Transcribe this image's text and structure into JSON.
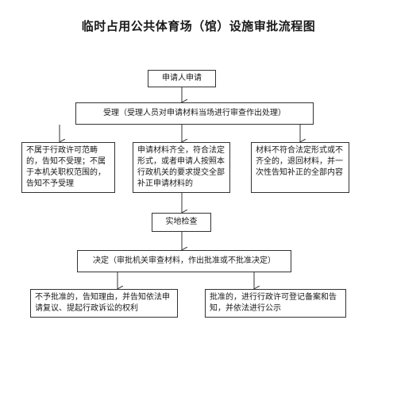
{
  "title": "临时占用公共体育场（馆）设施审批流程图",
  "nodes": {
    "applicant": "申请人申请",
    "accept": "受理（受理人员对申请材料当场进行审查作出处理）",
    "reject_scope": "不属于行政许可范畴的，告知不受理；不属于本机关职权范围的，告知不予受理",
    "complete": "申请材料齐全，符合法定形式，或者申请人按照本行政机关的要求提交全部补正申请材料的",
    "incomplete": "材料不符合法定形式或不齐全的，退回材料，并一次性告知补正的全部内容",
    "inspect": "实地检查",
    "decision": "决定（审批机关审查材料，作出批准或不批准决定）",
    "not_approved": "不予批准的，告知理由，并告知依法申请复议、提起行政诉讼的权利",
    "approved": "批准的，进行行政许可登记备案和告知，并依法进行公示"
  }
}
